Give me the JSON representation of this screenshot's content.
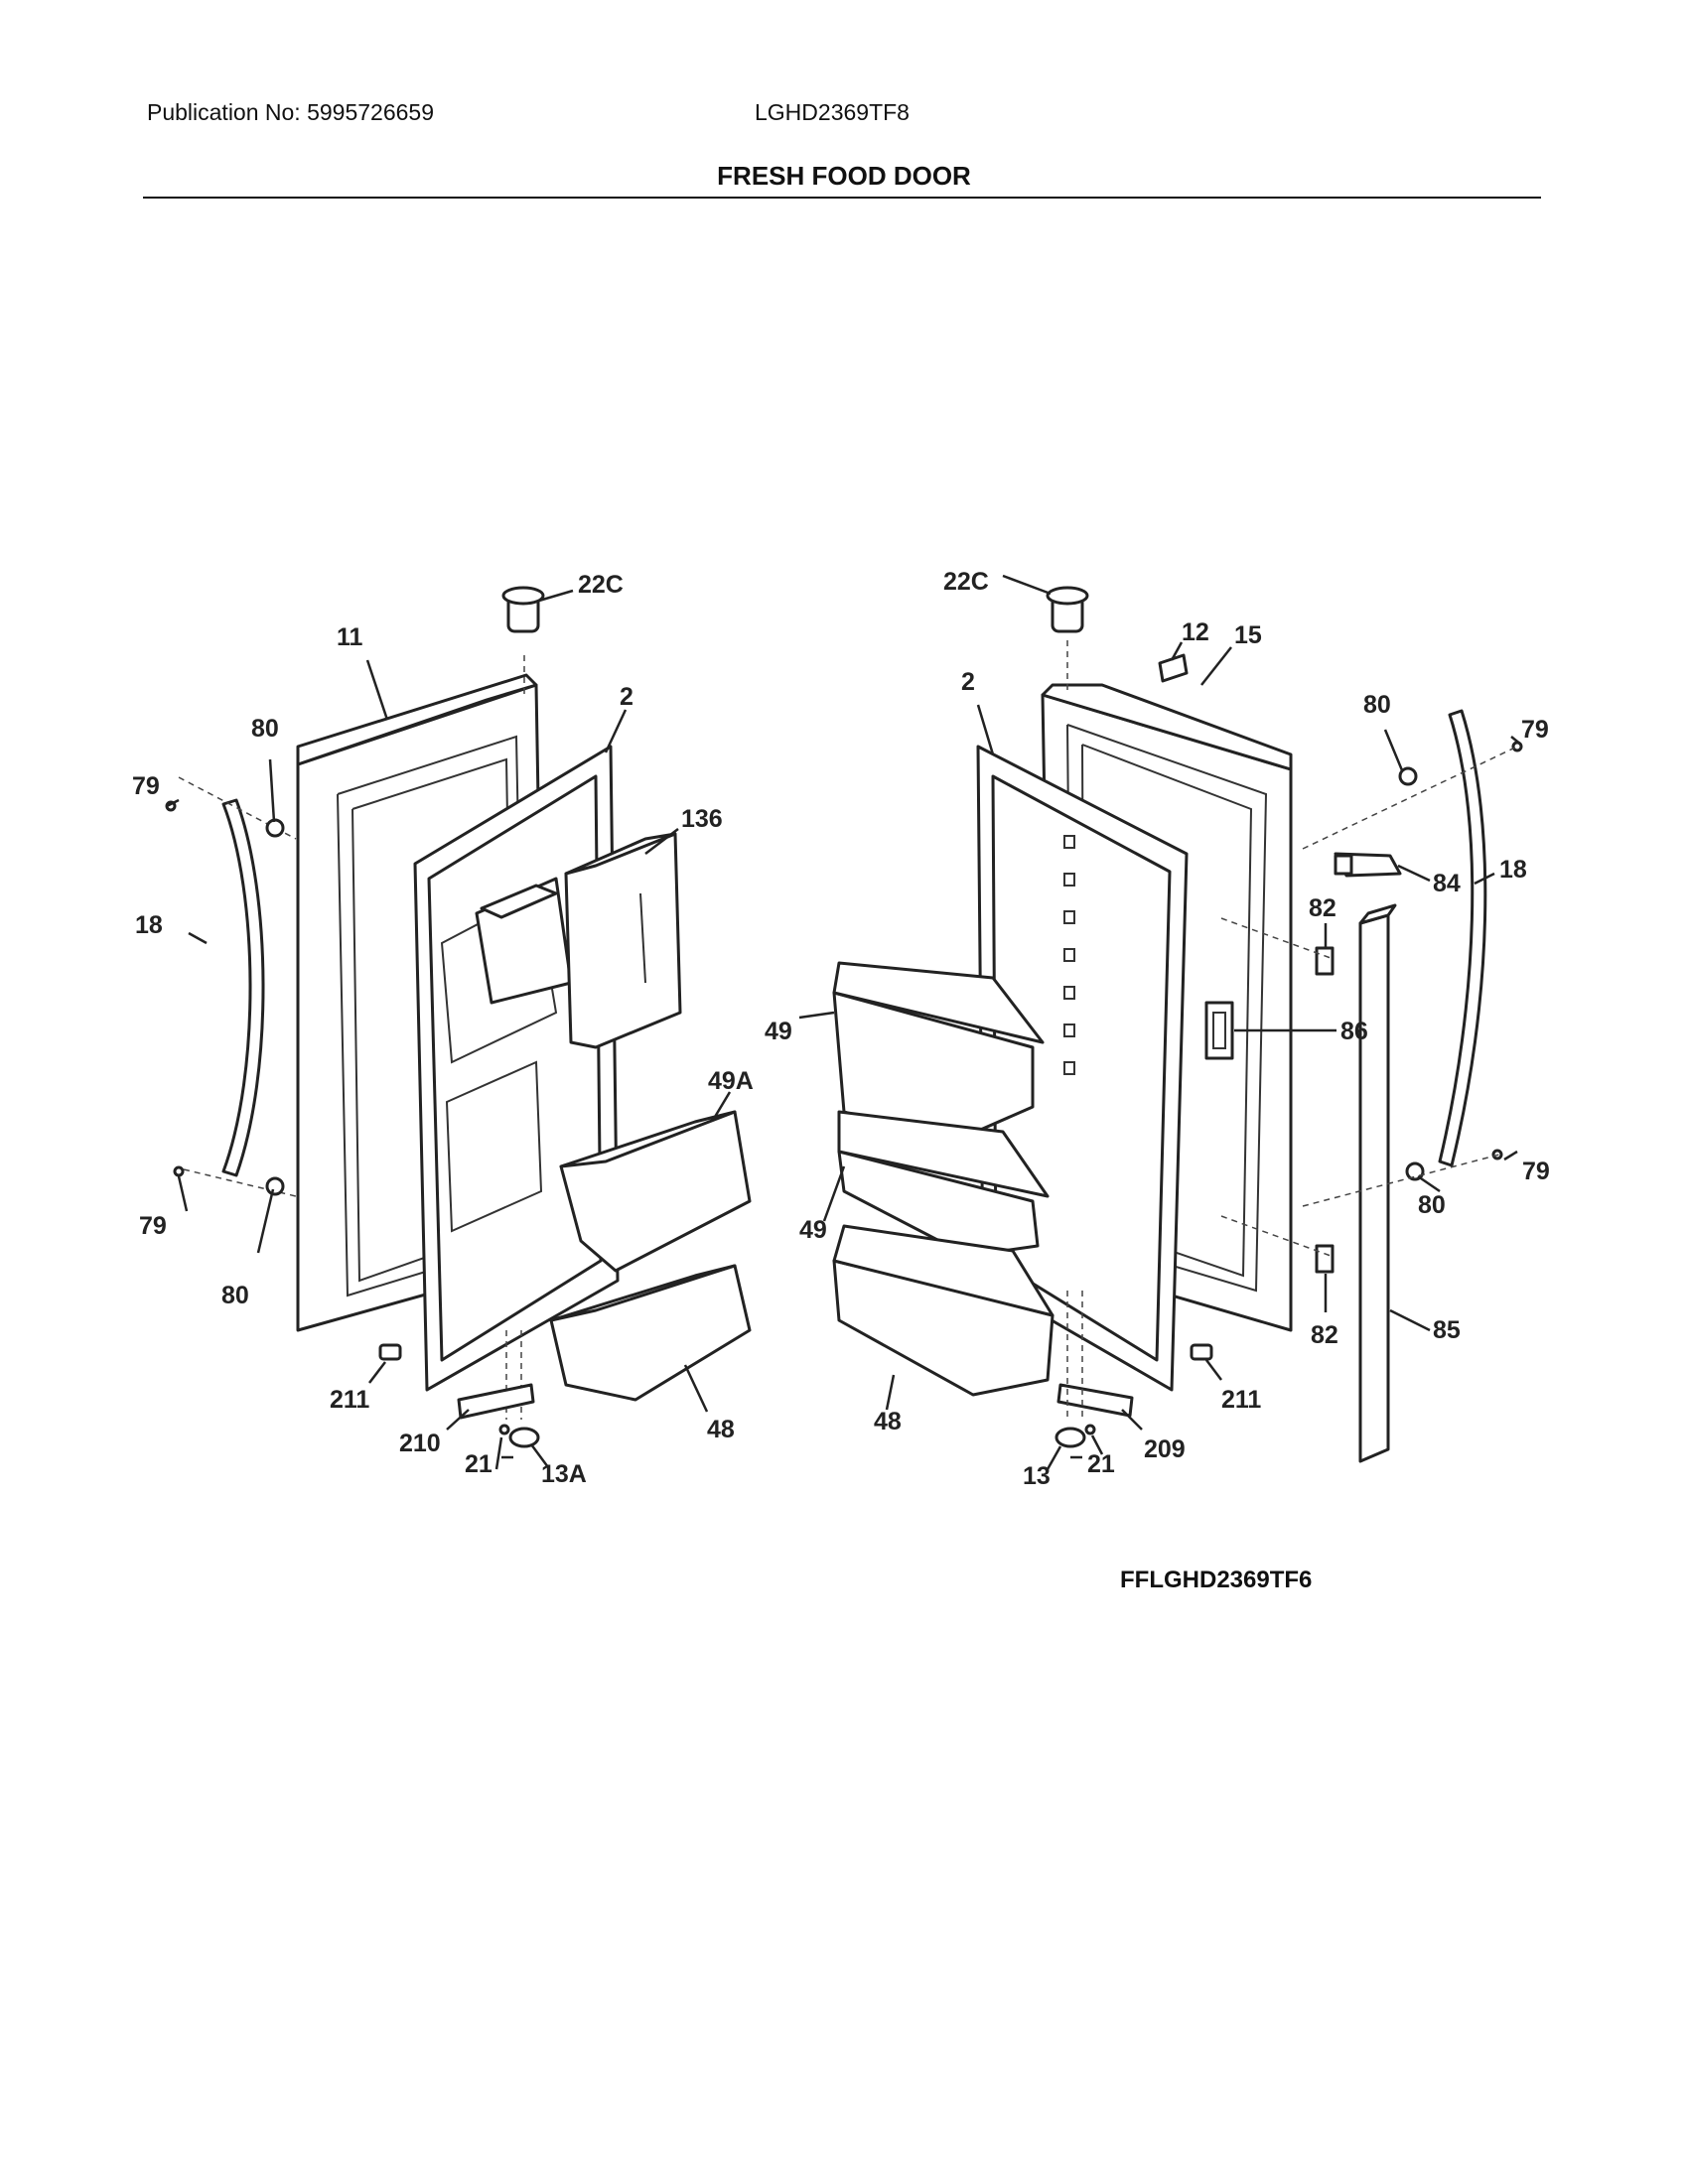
{
  "header": {
    "publication": "Publication No: 5995726659",
    "model": "LGHD2369TF8",
    "section_title": "FRESH FOOD DOOR"
  },
  "figure_ref": "FFLGHD2369TF6",
  "callouts": {
    "c22c_left": "22C",
    "c22c_right": "22C",
    "c11": "11",
    "c2_left": "2",
    "c2_right": "2",
    "c12": "12",
    "c15": "15",
    "c80_ul": "80",
    "c80_ll": "80",
    "c80_ur": "80",
    "c80_lr": "80",
    "c79_ul": "79",
    "c79_ll": "79",
    "c79_ur": "79",
    "c79_lr": "79",
    "c18_left": "18",
    "c18_right": "18",
    "c136": "136",
    "c49_upper": "49",
    "c49_lower": "49",
    "c49a": "49A",
    "c48_left": "48",
    "c48_right": "48",
    "c84": "84",
    "c82_upper": "82",
    "c82_lower": "82",
    "c86": "86",
    "c85": "85",
    "c211_left": "211",
    "c211_right": "211",
    "c210": "210",
    "c209": "209",
    "c21_left": "21",
    "c21_right": "21",
    "c13a": "13A",
    "c13": "13"
  }
}
